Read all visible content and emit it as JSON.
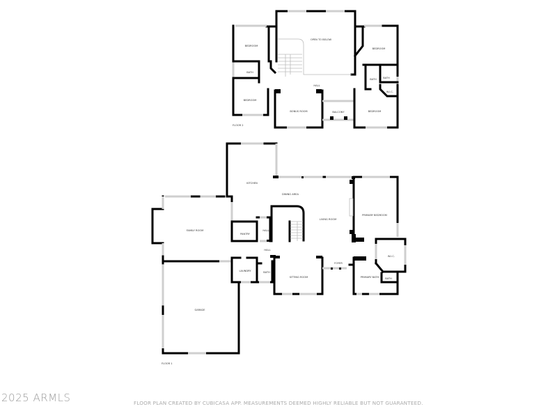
{
  "floor2": {
    "label": "FLOOR 2",
    "rooms": {
      "bedroom_nw": "BEDROOM",
      "open_to_below": "OPEN TO BELOW",
      "bedroom_ne": "BEDROOM",
      "bath_w": "BATH",
      "bath_e1": "BATH",
      "bath_e2": "BATH",
      "wic": "W.I.C.",
      "hall": "HALL",
      "bedroom_sw": "BEDROOM",
      "bonus_room": "BONUS ROOM",
      "balcony": "BALCONY",
      "bedroom_se": "BEDROOM"
    }
  },
  "floor1": {
    "label": "FLOOR 1",
    "rooms": {
      "kitchen": "KITCHEN",
      "dining_area": "DINING AREA",
      "family_room": "FAMILY ROOM",
      "pantry": "PANTRY",
      "hall_small": "HALL",
      "living_room": "LIVING ROOM",
      "primary_bedroom": "PRIMARY BEDROOM",
      "hall": "HALL",
      "wic": "W.I.C.",
      "laundry": "LAUNDRY",
      "bath": "BATH",
      "sitting_room": "SITTING ROOM",
      "foyer": "FOYER",
      "primary_bath": "PRIMARY BATH",
      "primary_bath_bath": "BATH",
      "garage": "GARAGE"
    }
  },
  "footer": {
    "copyright": "2025 ARMLS",
    "disclaimer": "FLOOR PLAN CREATED BY CUBICASA APP. MEASUREMENTS DEEMED HIGHLY RELIABLE BUT NOT GUARANTEED."
  }
}
